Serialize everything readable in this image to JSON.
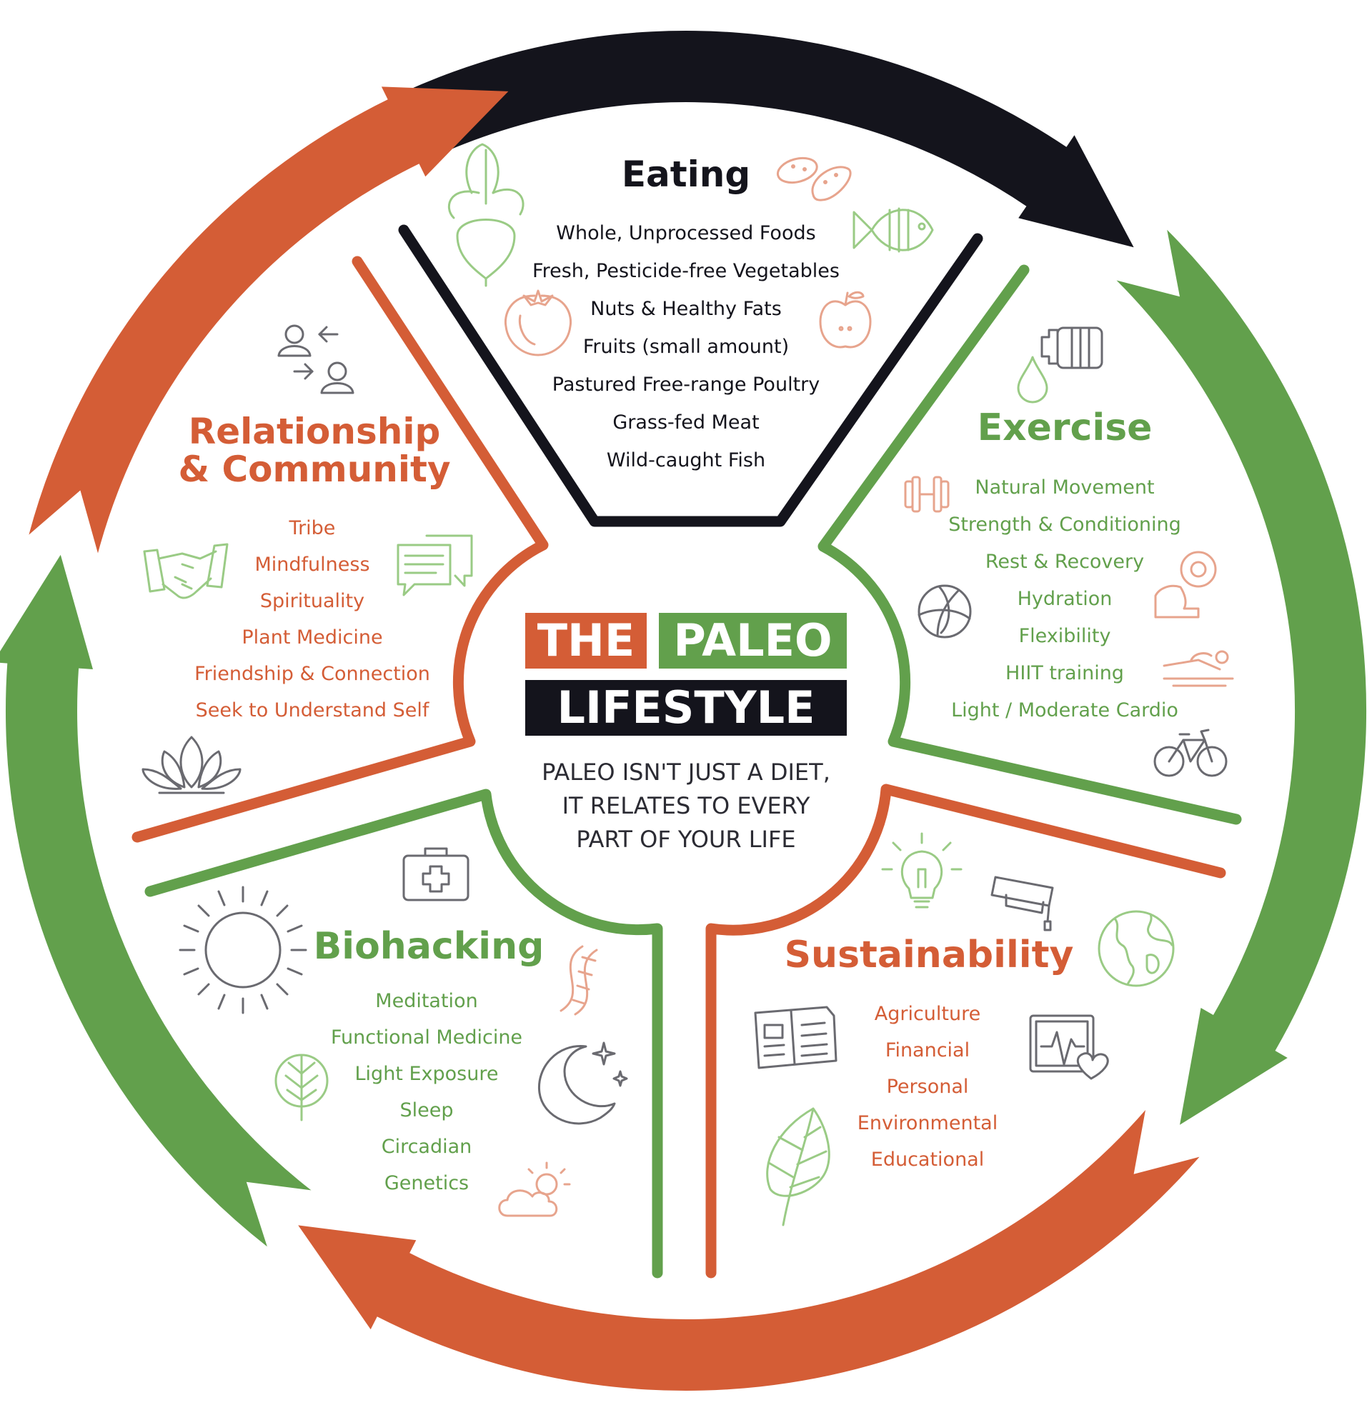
{
  "colors": {
    "orange": "#d45d36",
    "green": "#62a04c",
    "dark": "#14141c",
    "icon_gray": "#6a6a70",
    "icon_green": "#9acb85",
    "icon_orange": "#e7a48d"
  },
  "logo": {
    "the": "THE",
    "paleo": "PALEO",
    "lifestyle": "LIFESTYLE"
  },
  "tagline": [
    "PALEO ISN'T JUST A DIET,",
    "IT RELATES TO EVERY",
    "PART OF YOUR LIFE"
  ],
  "sections": {
    "eating": {
      "title": "Eating",
      "items": [
        "Whole, Unprocessed Foods",
        "Fresh, Pesticide-free Vegetables",
        "Nuts & Healthy Fats",
        "Fruits (small amount)",
        "Pastured Free-range Poultry",
        "Grass-fed Meat",
        "Wild-caught Fish"
      ],
      "icons": [
        "beet-icon",
        "potato-icon",
        "fish-icon",
        "tomato-icon",
        "apple-icon"
      ]
    },
    "exercise": {
      "title": "Exercise",
      "items": [
        "Natural Movement",
        "Strength & Conditioning",
        "Rest & Recovery",
        "Hydration",
        "Flexibility",
        "HIIT training",
        "Light / Moderate Cardio"
      ],
      "icons": [
        "water-bottle-icon",
        "water-drop-icon",
        "dumbbell-icon",
        "volleyball-icon",
        "flexed-arm-icon",
        "swimmer-icon",
        "bicycle-icon"
      ]
    },
    "relationship": {
      "title_line1": "Relationship",
      "title_line2": "& Community",
      "items": [
        "Tribe",
        "Mindfulness",
        "Spirituality",
        "Plant Medicine",
        "Friendship & Connection",
        "Seek to Understand Self"
      ],
      "icons": [
        "people-exchange-icon",
        "handshake-icon",
        "chat-bubbles-icon",
        "lotus-icon"
      ]
    },
    "biohacking": {
      "title": "Biohacking",
      "items": [
        "Meditation",
        "Functional Medicine",
        "Light Exposure",
        "Sleep",
        "Circadian",
        "Genetics"
      ],
      "icons": [
        "first-aid-kit-icon",
        "sun-icon",
        "dna-icon",
        "leaf-icon",
        "moon-stars-icon",
        "cloud-sun-icon"
      ]
    },
    "sustainability": {
      "title": "Sustainability",
      "items": [
        "Agriculture",
        "Financial",
        "Personal",
        "Environmental",
        "Educational"
      ],
      "icons": [
        "light-bulb-icon",
        "graduation-cap-icon",
        "globe-icon",
        "newspaper-icon",
        "heart-monitor-icon",
        "large-leaf-icon"
      ]
    }
  }
}
